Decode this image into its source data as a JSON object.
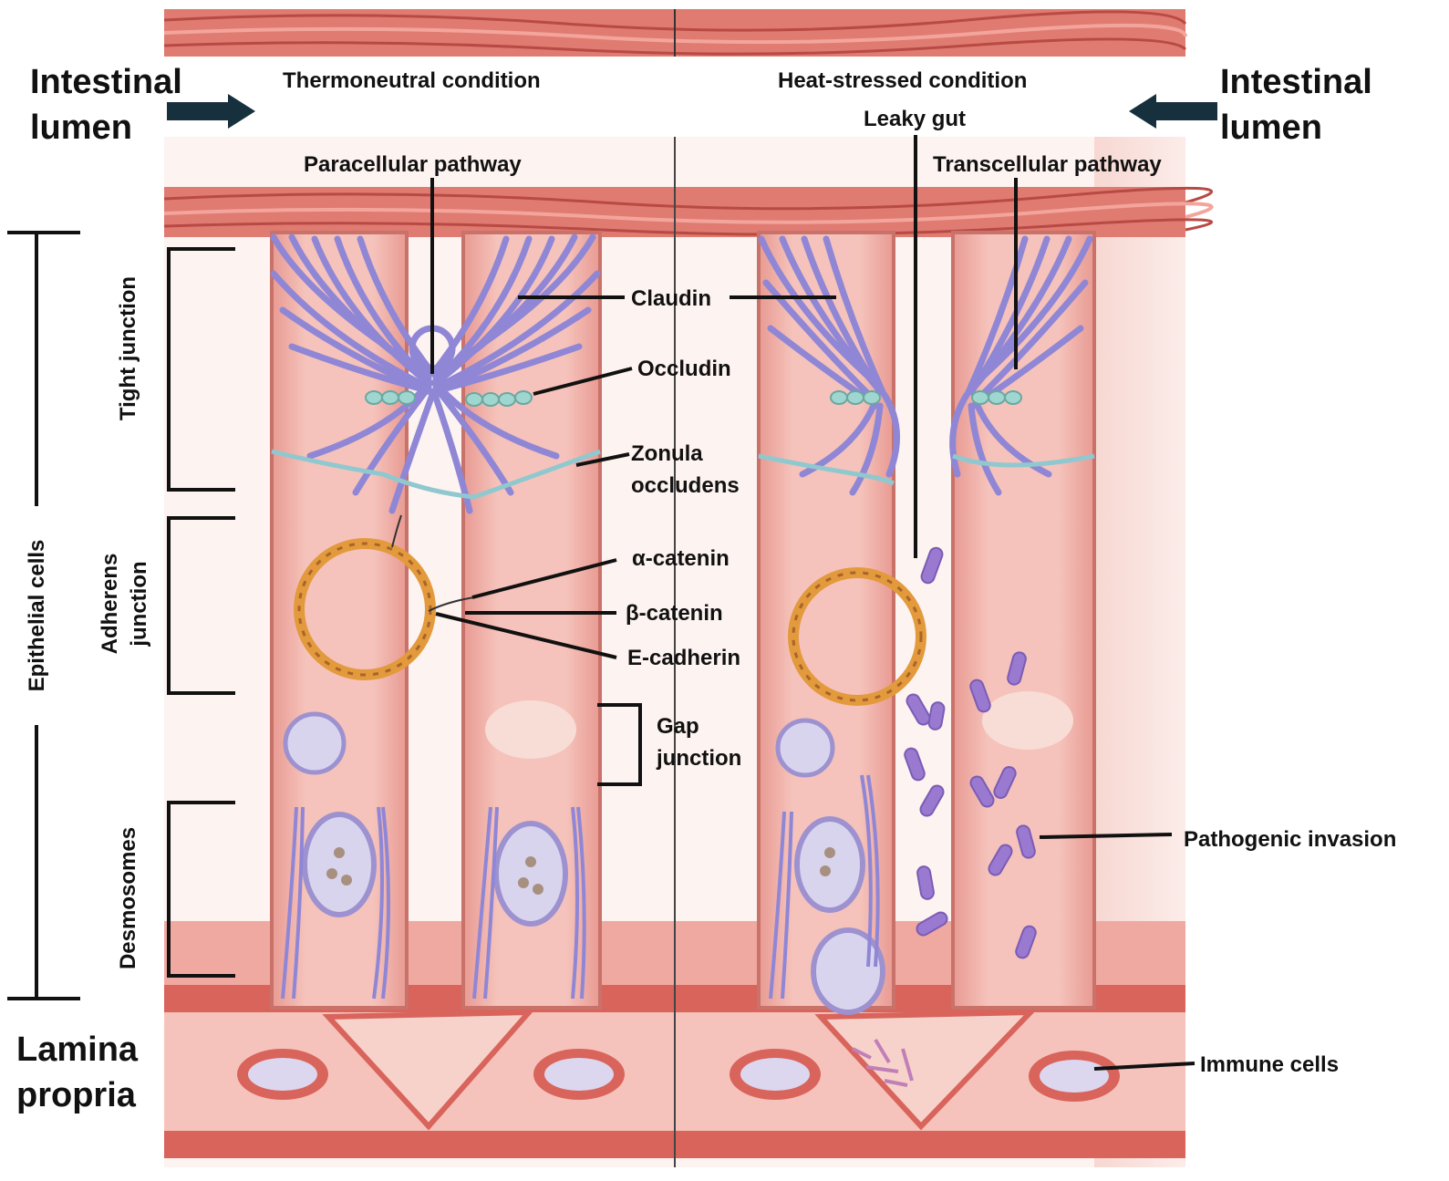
{
  "lumen_label_left": [
    "Intestinal",
    "lumen"
  ],
  "lumen_label_right": [
    "Intestinal",
    "lumen"
  ],
  "lamina_label": [
    "Lamina",
    "propria"
  ],
  "condition_left": "Thermoneutral condition",
  "condition_right": "Heat-stressed condition",
  "leaky_gut": "Leaky gut",
  "paracellular": "Paracellular pathway",
  "transcellular": "Transcellular pathway",
  "structures": {
    "claudin": "Claudin",
    "occludin": "Occludin",
    "zonula": [
      "Zonula",
      "occludens"
    ],
    "alpha_catenin": "α-catenin",
    "beta_catenin": "β-catenin",
    "e_cadherin": "E-cadherin",
    "gap_junction": [
      "Gap",
      "junction"
    ],
    "pathogenic_invasion": "Pathogenic invasion",
    "immune_cells": "Immune cells"
  },
  "side_labels": {
    "epithelial_cells": "Epithelial cells",
    "tight_junction": "Tight junction",
    "adherens_junction": [
      "Adherens",
      "junction"
    ],
    "desmosomes": "Desmosomes"
  },
  "colors": {
    "cell_fill": "#f2b9b0",
    "cell_edge": "#c9726a",
    "membrane": "#d8645c",
    "membrane_light": "#f0a9a0",
    "protein": "#8f86d6",
    "protein_dark": "#5e56a8",
    "ring": "#e39a3c",
    "zo": "#8fc8cf",
    "bacteria": "#9a7ad0",
    "arrow": "#16303d"
  }
}
